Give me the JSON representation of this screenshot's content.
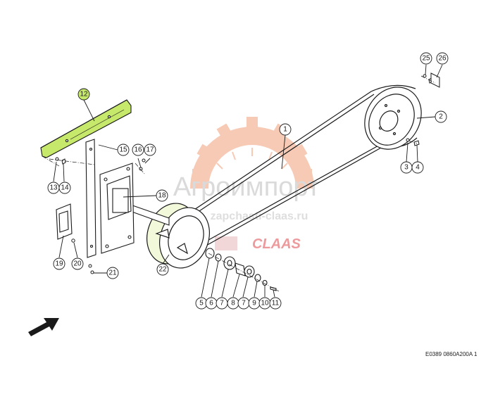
{
  "diagram": {
    "reference_code": "E0389 0860A200A 1",
    "highlight_color": "#c6e86b",
    "line_color": "#1a1a1a",
    "callouts": [
      {
        "id": "c1",
        "label": "1",
        "highlighted": false
      },
      {
        "id": "c2",
        "label": "2",
        "highlighted": false
      },
      {
        "id": "c3",
        "label": "3",
        "highlighted": false
      },
      {
        "id": "c4",
        "label": "4",
        "highlighted": false
      },
      {
        "id": "c5",
        "label": "5",
        "highlighted": false
      },
      {
        "id": "c6",
        "label": "6",
        "highlighted": false
      },
      {
        "id": "c7a",
        "label": "7",
        "highlighted": false
      },
      {
        "id": "c8",
        "label": "8",
        "highlighted": false
      },
      {
        "id": "c7b",
        "label": "7",
        "highlighted": false
      },
      {
        "id": "c9",
        "label": "9",
        "highlighted": false
      },
      {
        "id": "c10",
        "label": "10",
        "highlighted": false
      },
      {
        "id": "c11",
        "label": "11",
        "highlighted": false
      },
      {
        "id": "c12",
        "label": "12",
        "highlighted": true
      },
      {
        "id": "c13",
        "label": "13",
        "highlighted": false
      },
      {
        "id": "c14",
        "label": "14",
        "highlighted": false
      },
      {
        "id": "c15",
        "label": "15",
        "highlighted": false
      },
      {
        "id": "c16",
        "label": "16",
        "highlighted": false
      },
      {
        "id": "c17",
        "label": "17",
        "highlighted": false
      },
      {
        "id": "c18",
        "label": "18",
        "highlighted": false
      },
      {
        "id": "c19",
        "label": "19",
        "highlighted": false
      },
      {
        "id": "c20",
        "label": "20",
        "highlighted": false
      },
      {
        "id": "c21",
        "label": "21",
        "highlighted": false
      },
      {
        "id": "c22",
        "label": "22",
        "highlighted": false
      },
      {
        "id": "c25",
        "label": "25",
        "highlighted": false
      },
      {
        "id": "c26",
        "label": "26",
        "highlighted": false
      }
    ]
  },
  "watermark": {
    "brand_name": "Агроимпорт",
    "site": "zapchasti-claas.ru",
    "claas_logo": "CLAAS",
    "gear_color": "#f2a07a",
    "logo_color": "#e0484e"
  },
  "icons": {
    "direction_arrow": "arrow-icon"
  }
}
